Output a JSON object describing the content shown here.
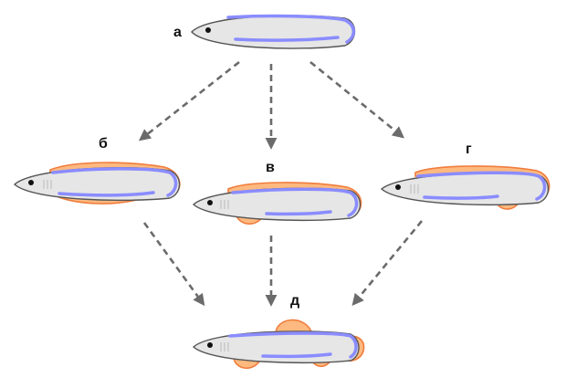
{
  "diagram": {
    "labels": {
      "a": "а",
      "b": "б",
      "v": "в",
      "g": "г",
      "d": "д"
    },
    "colors": {
      "body_fill": "#e6e6e6",
      "body_outline": "#555555",
      "fin_fold_fill": "#fdb97f",
      "fin_fold_outline": "#f07d3e",
      "fin_fold_line": "#8a8cff",
      "arrow": "#6b6b6b"
    }
  }
}
